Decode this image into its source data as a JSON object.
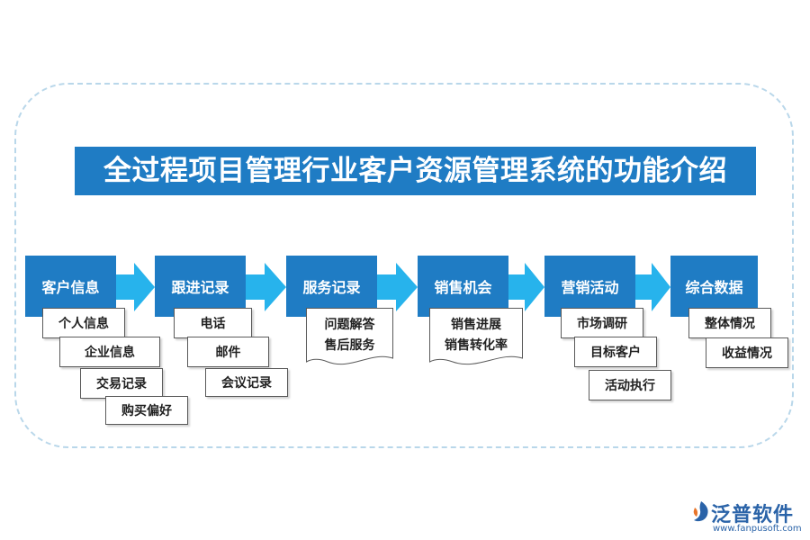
{
  "title": "全过程项目管理行业客户资源管理系统的功能介绍",
  "stages": [
    {
      "label": "客户信息",
      "items": [
        "个人信息",
        "企业信息",
        "交易记录",
        "购买偏好"
      ]
    },
    {
      "label": "跟进记录",
      "items": [
        "电话",
        "邮件",
        "会议记录"
      ]
    },
    {
      "label": "服务记录",
      "items": [
        "问题解答",
        "售后服务"
      ]
    },
    {
      "label": "销售机会",
      "items": [
        "销售进展",
        "销售转化率"
      ]
    },
    {
      "label": "营销活动",
      "items": [
        "市场调研",
        "目标客户",
        "活动执行"
      ]
    },
    {
      "label": "综合数据",
      "items": [
        "整体情况",
        "收益情况"
      ]
    }
  ],
  "logo": {
    "name": "泛普软件",
    "url": "www.fanpusoft.com"
  },
  "colors": {
    "primary": "#1f7cc4",
    "arrow": "#27b3ec",
    "frame": "#b9d7ea"
  }
}
